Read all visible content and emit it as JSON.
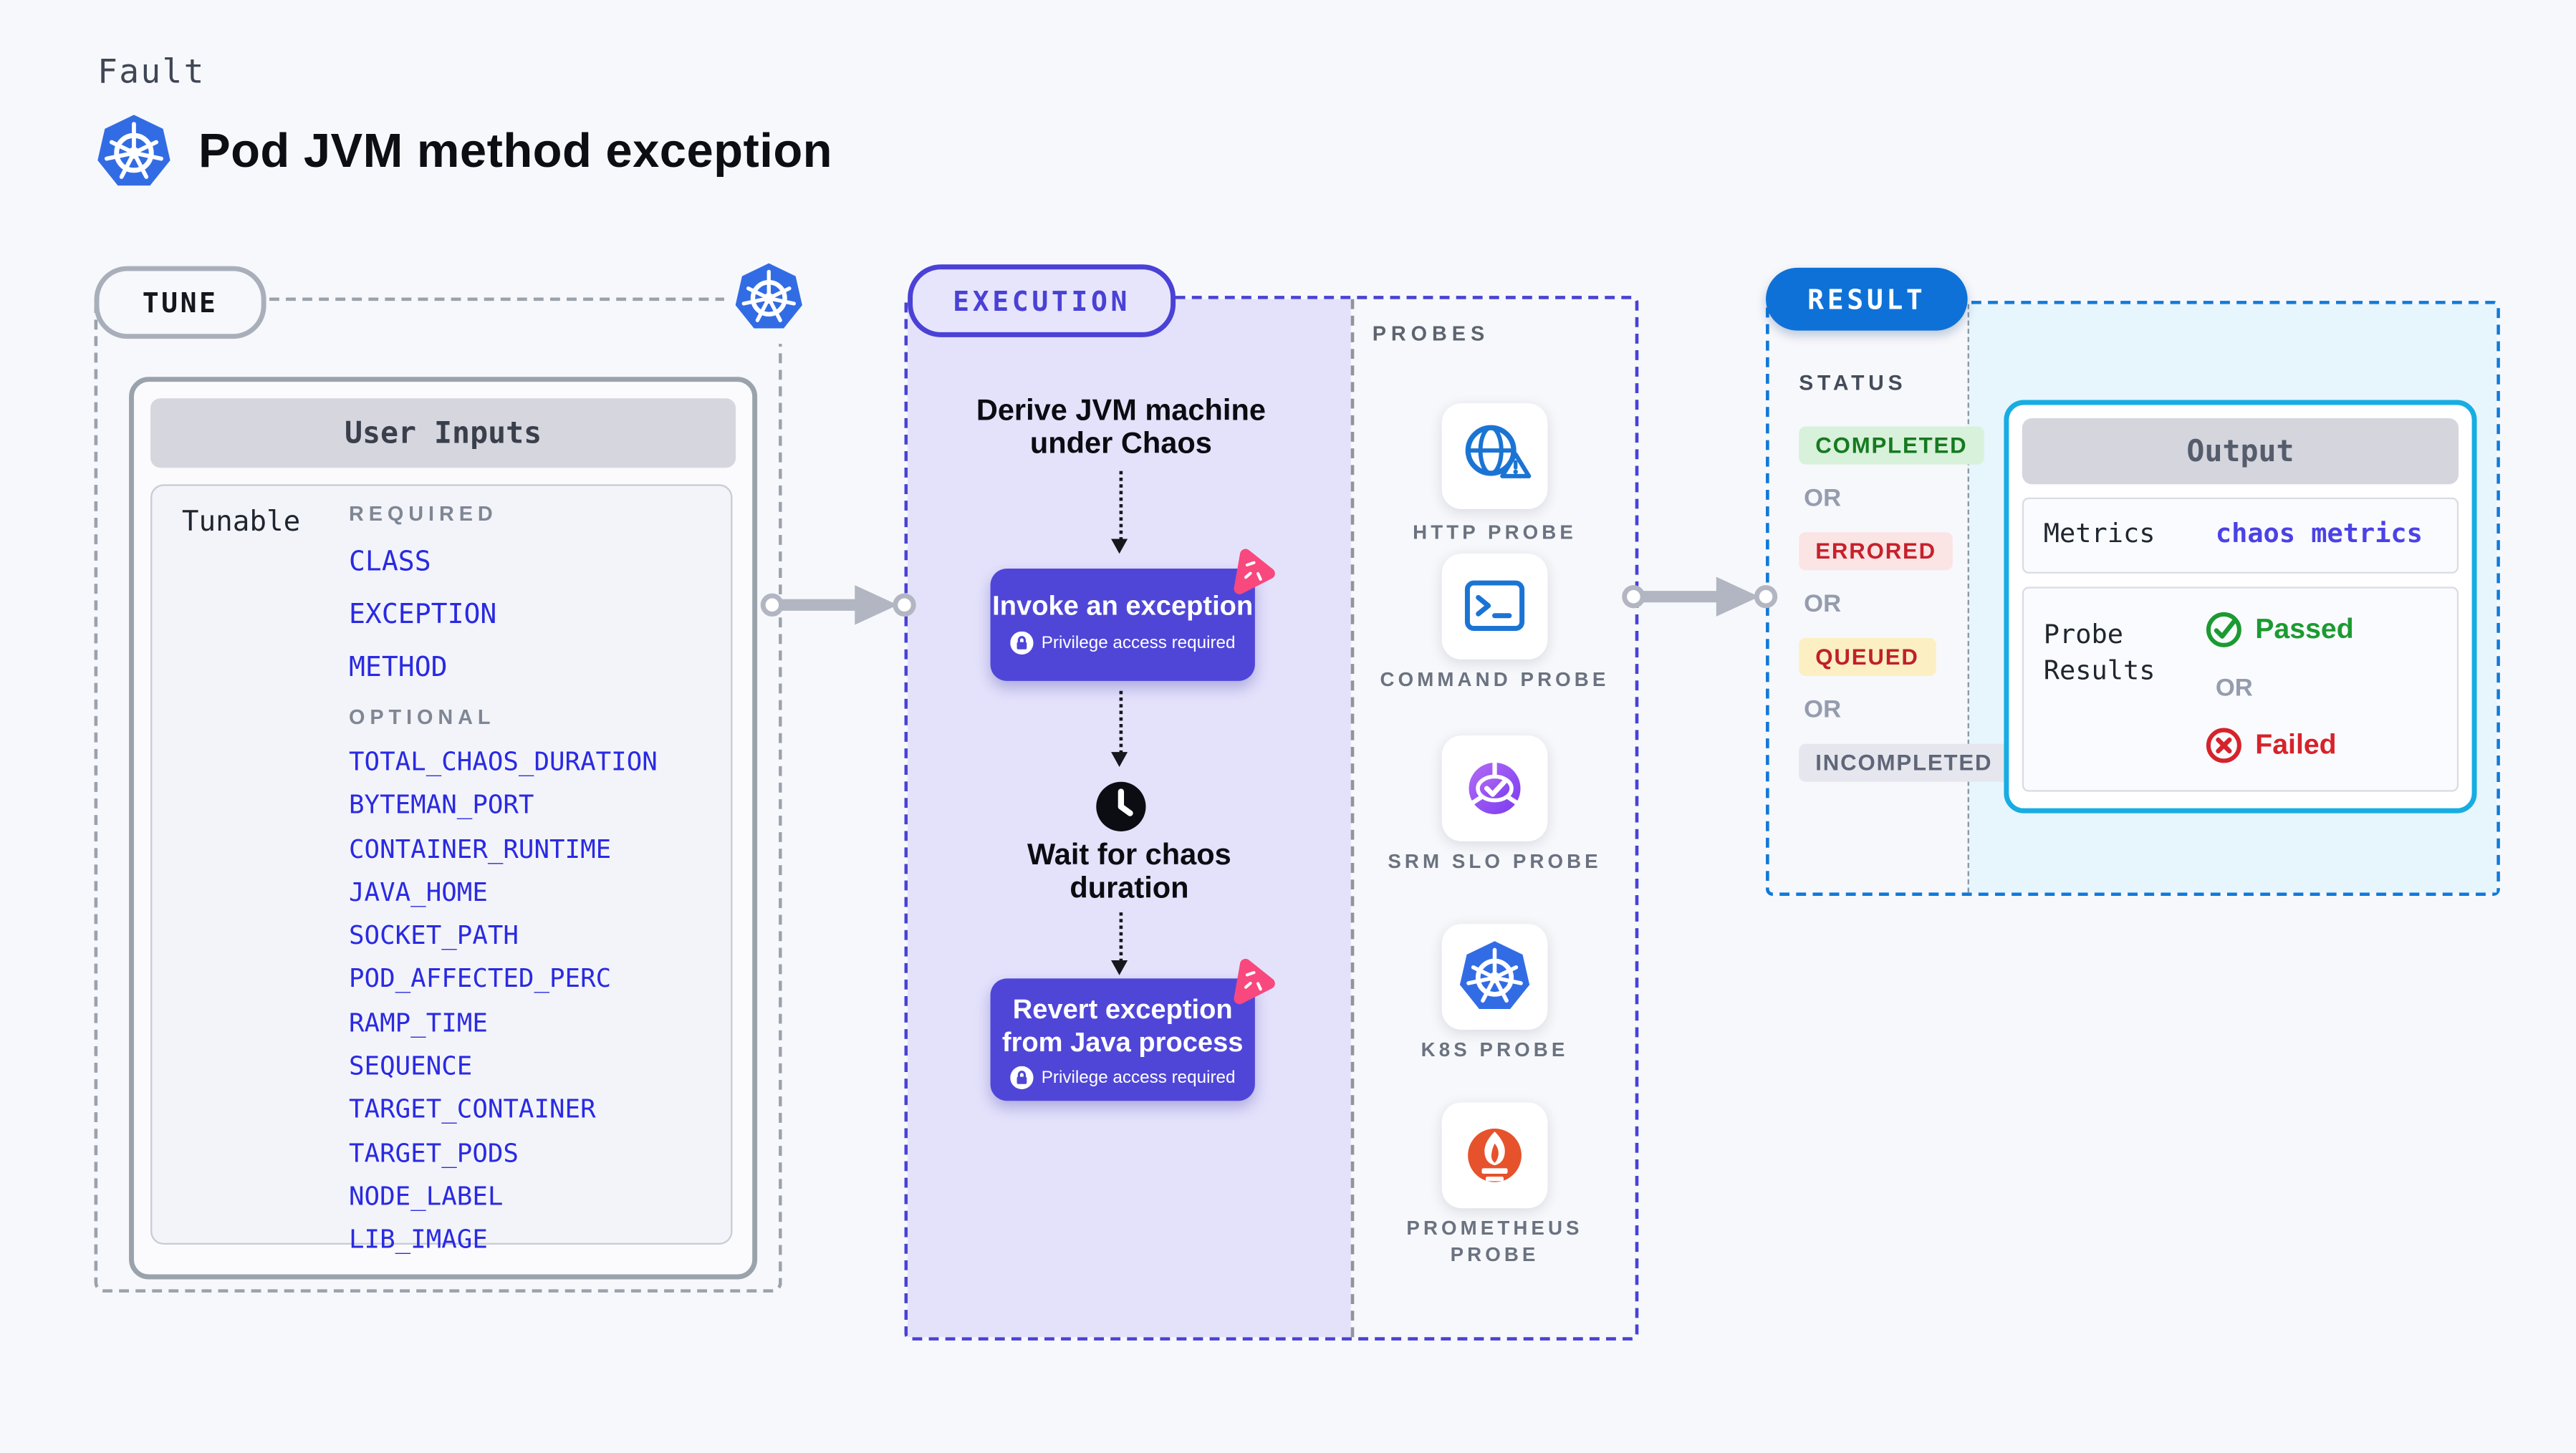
{
  "header": {
    "eyebrow": "Fault",
    "title": "Pod JVM method exception"
  },
  "tune": {
    "pill": "TUNE",
    "panel": {
      "title": "User Inputs",
      "row_label": "Tunable",
      "required_label": "REQUIRED",
      "optional_label": "OPTIONAL",
      "required": [
        "CLASS",
        "EXCEPTION",
        "METHOD"
      ],
      "optional": [
        "TOTAL_CHAOS_DURATION",
        "BYTEMAN_PORT",
        "CONTAINER_RUNTIME",
        "JAVA_HOME",
        "SOCKET_PATH",
        "POD_AFFECTED_PERC",
        "RAMP_TIME",
        "SEQUENCE",
        "TARGET_CONTAINER",
        "TARGET_PODS",
        "NODE_LABEL",
        "LIB_IMAGE"
      ]
    }
  },
  "execution": {
    "pill": "EXECUTION",
    "step_derive": "Derive JVM machine under Chaos",
    "invoke": {
      "title": "Invoke an exception",
      "note": "Privilege access required"
    },
    "wait": "Wait for chaos duration",
    "revert": {
      "title": "Revert exception from Java process",
      "note": "Privilege access required"
    }
  },
  "probes": {
    "label": "PROBES",
    "items": [
      {
        "label": "HTTP PROBE",
        "icon": "globe-alert-icon"
      },
      {
        "label": "COMMAND PROBE",
        "icon": "terminal-icon"
      },
      {
        "label": "SRM SLO PROBE",
        "icon": "slo-gauge-icon"
      },
      {
        "label": "K8S PROBE",
        "icon": "kubernetes-icon"
      },
      {
        "label": "PROMETHEUS PROBE",
        "icon": "prometheus-icon"
      }
    ]
  },
  "result": {
    "pill": "RESULT",
    "status_label": "STATUS",
    "or": "OR",
    "statuses": [
      "COMPLETED",
      "ERRORED",
      "QUEUED",
      "INCOMPLETED"
    ],
    "output": {
      "title": "Output",
      "metrics_label": "Metrics",
      "metrics_value": "chaos metrics",
      "probe_label": "Probe Results",
      "passed": "Passed",
      "or": "OR",
      "failed": "Failed"
    }
  },
  "colors": {
    "page_bg": "#f7f8fb",
    "accent_indigo": "#4a41d6",
    "execution_fill": "#e4e2fb",
    "node_button": "#4f46d8",
    "accent_blue_pill": "#0e71d8",
    "result_dash": "#1079da",
    "result_fill": "#e7f5fc",
    "output_border": "#17ade2",
    "var_blue": "#2a2ae2",
    "chaos_pink": "#f8487e",
    "probe_icon_blue": "#1b74d3",
    "prometheus_orange": "#e6522c",
    "kubernetes_blue": "#326ce5",
    "passed_green": "#1b9a31",
    "failed_red": "#d6232b",
    "completed_bg": "#d8f1da",
    "completed_fg": "#157a20",
    "errored_bg": "#fbe4e4",
    "errored_fg": "#c5222c",
    "queued_bg": "#fcefc3",
    "queued_fg": "#bf202b",
    "incompleted_bg": "#e6e7ee",
    "incompleted_fg": "#5f6678"
  }
}
